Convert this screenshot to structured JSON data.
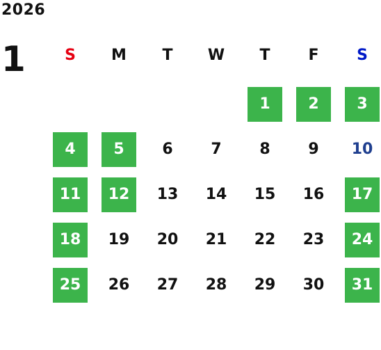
{
  "year": "2026",
  "month": "1",
  "colors": {
    "sunday": "#e60012",
    "saturday": "#0019c8",
    "holiday_bg": "#3cb44b",
    "blue_day": "#1f3f8f"
  },
  "weekdays": [
    "S",
    "M",
    "T",
    "W",
    "T",
    "F",
    "S"
  ],
  "weeks": [
    [
      {
        "d": ""
      },
      {
        "d": ""
      },
      {
        "d": ""
      },
      {
        "d": ""
      },
      {
        "d": "1",
        "h": true
      },
      {
        "d": "2",
        "h": true
      },
      {
        "d": "3",
        "h": true
      }
    ],
    [
      {
        "d": "4",
        "h": true
      },
      {
        "d": "5",
        "h": true
      },
      {
        "d": "6"
      },
      {
        "d": "7"
      },
      {
        "d": "8"
      },
      {
        "d": "9"
      },
      {
        "d": "10",
        "blue": true
      }
    ],
    [
      {
        "d": "11",
        "h": true
      },
      {
        "d": "12",
        "h": true
      },
      {
        "d": "13"
      },
      {
        "d": "14"
      },
      {
        "d": "15"
      },
      {
        "d": "16"
      },
      {
        "d": "17",
        "h": true
      }
    ],
    [
      {
        "d": "18",
        "h": true
      },
      {
        "d": "19"
      },
      {
        "d": "20"
      },
      {
        "d": "21"
      },
      {
        "d": "22"
      },
      {
        "d": "23"
      },
      {
        "d": "24",
        "h": true
      }
    ],
    [
      {
        "d": "25",
        "h": true
      },
      {
        "d": "26"
      },
      {
        "d": "27"
      },
      {
        "d": "28"
      },
      {
        "d": "29"
      },
      {
        "d": "30"
      },
      {
        "d": "31",
        "h": true
      }
    ]
  ]
}
